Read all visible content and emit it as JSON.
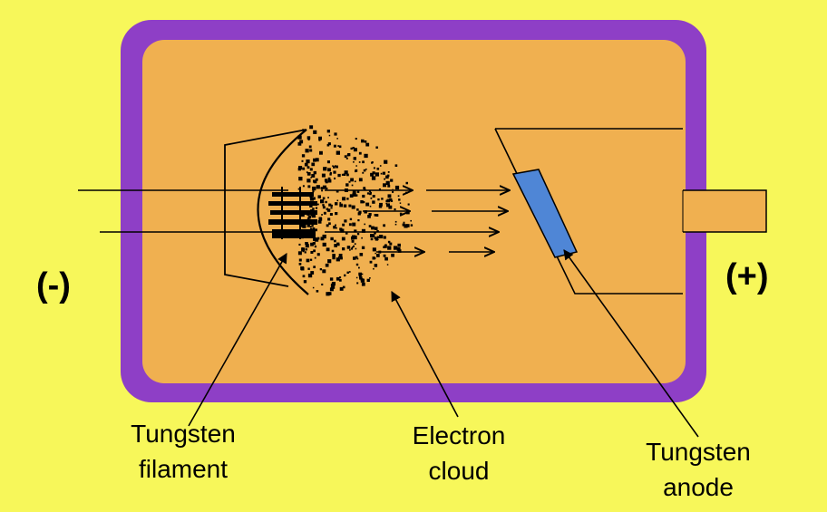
{
  "labels": {
    "cathode_sign": "(-)",
    "anode_sign": "(+)",
    "filament": [
      "Tungsten",
      "filament"
    ],
    "cloud": [
      "Electron",
      "cloud"
    ],
    "anode": [
      "Tungsten",
      "anode"
    ]
  },
  "colors": {
    "background": "#f7f75a",
    "tube_frame": "#8e3fc6",
    "tube_interior": "#f0b050",
    "anode_target": "#4f86d6",
    "lines": "#000000"
  }
}
